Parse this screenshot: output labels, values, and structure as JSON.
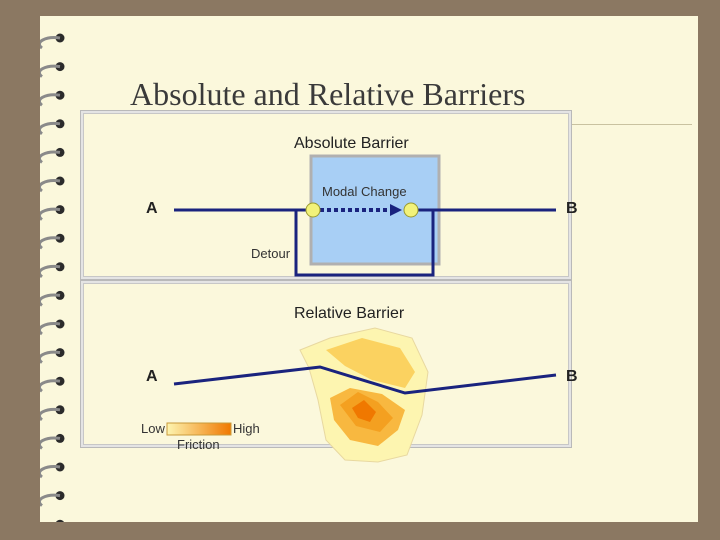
{
  "slide": {
    "title": "Absolute and Relative Barriers"
  },
  "absolute_panel": {
    "title": "Absolute Barrier",
    "start_label": "A",
    "end_label": "B",
    "modal_change_label": "Modal Change",
    "detour_label": "Detour"
  },
  "relative_panel": {
    "title": "Relative Barrier",
    "start_label": "A",
    "end_label": "B"
  },
  "legend": {
    "low_label": "Low",
    "high_label": "High",
    "caption": "Friction"
  },
  "colors": {
    "route_line": "#1a237e",
    "barrier_fill": "#a8cff5",
    "barrier_border": "#b0b0b0",
    "node_fill": "#f2f27a",
    "friction_low": "#fdf5b0",
    "friction_high": "#f07800",
    "background": "#fbf8dc",
    "frame": "#8b7862"
  }
}
